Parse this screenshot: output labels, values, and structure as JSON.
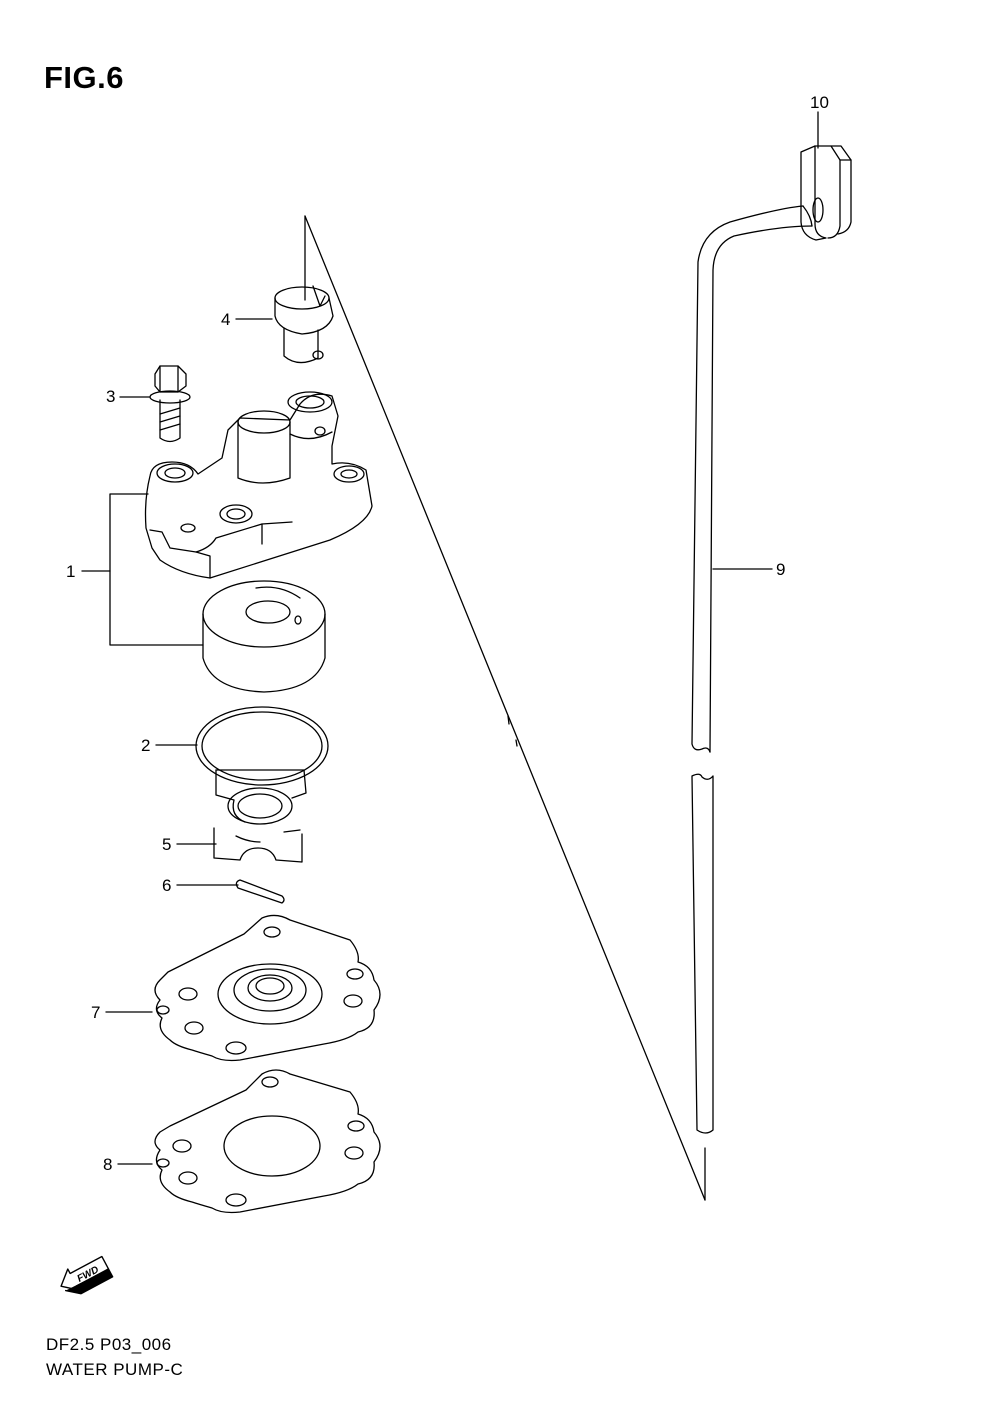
{
  "figure": {
    "title": "FIG.6",
    "code": "DF2.5 P03_006",
    "name": "WATER PUMP-C"
  },
  "fwd_badge": {
    "text": "FWD"
  },
  "callouts": [
    {
      "id": "1",
      "label": "1"
    },
    {
      "id": "2",
      "label": "2"
    },
    {
      "id": "3",
      "label": "3"
    },
    {
      "id": "4",
      "label": "4"
    },
    {
      "id": "5",
      "label": "5"
    },
    {
      "id": "6",
      "label": "6"
    },
    {
      "id": "7",
      "label": "7"
    },
    {
      "id": "8",
      "label": "8"
    },
    {
      "id": "9",
      "label": "9"
    },
    {
      "id": "10",
      "label": "10"
    }
  ]
}
